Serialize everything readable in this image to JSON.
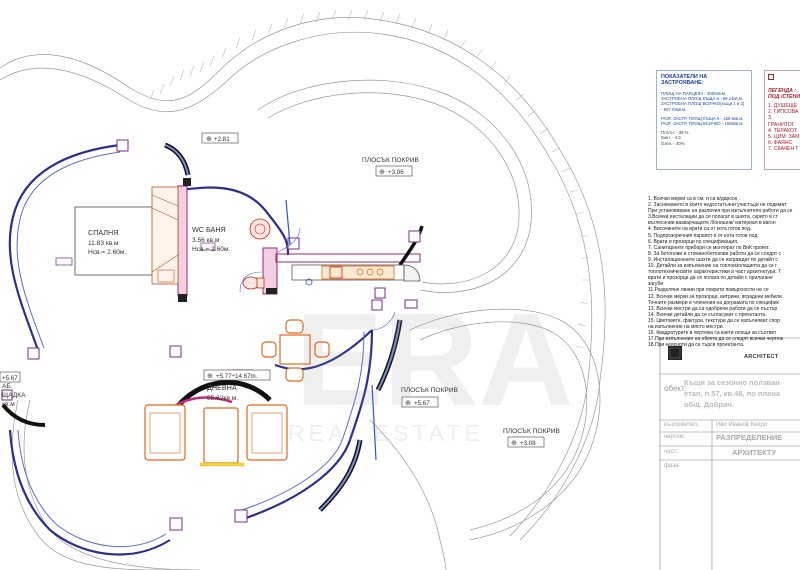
{
  "rooms": {
    "bedroom": {
      "name": "СПАЛНЯ",
      "area": "11.83 кв.м",
      "height": "Нсв.= 2.60м."
    },
    "bathroom": {
      "name": "WC БАНЯ",
      "area": "3.56 кв.м",
      "height": "Нсв.= 2.60м."
    },
    "living": {
      "name": "ДНЕВНА",
      "area": "55.62кв.м."
    },
    "flat_roof_1": {
      "name": "ПЛОСЪК ПОКРИВ"
    },
    "flat_roof_2": {
      "name": "ПЛОСЪК ПОКРИВ"
    },
    "flat_roof_3": {
      "name": "ПЛОСЪК ПОКРИВ"
    },
    "terrace": {
      "lines": [
        "АБ.",
        "ЩАДКА",
        "кв.м"
      ]
    }
  },
  "levels": {
    "top": "+2.81",
    "roof1": "+3.06",
    "living": "+5.77÷14.67m.",
    "left": "+5.67",
    "roof2": "+5.67",
    "roof3": "+3.08"
  },
  "watermark": {
    "logo": "ERA",
    "sub": "REAL ESTATE"
  },
  "indicators": {
    "title": "ПОКАЗАТЕЛИ НА ЗАСТРОЯВАНЕ:",
    "lines": [
      "ПЛОЩ НА ПАРЦЕЛА - 3000кв.м.",
      "ЗАСТРОЕНА ПЛОЩ КЪЩА 5 - 89.14кв.м.",
      "ЗАСТРОЕНА ПЛОЩ ВСИЧКО(къщи 1 и 2)",
      "- 507.03кв.м.",
      "",
      "РАЗГ. ЗАСТР. ПЛОЩ КЪЩА 5 - 159.5кв.м.",
      "РАЗГ. ЗАСТР. ПЛОЩ ВСИЧКО - 1550кв.м.",
      "",
      "Плътн. - 38 %",
      "Кинт. - 4.5",
      "Озел. - 40%"
    ]
  },
  "legend": {
    "title": "ЛЕГЕНДА : ПОД /СТЕНИ",
    "items": [
      "1. ДУШЕЩЕ",
      "2. ГИПСОВА",
      "3. ГРАНИТОГ",
      "4. ТЕРАКОТ",
      "5. ЦИМ. ЗАМ",
      "6. ФАЯНС",
      "7. СКАЧЕН Г"
    ]
  },
  "notes": [
    "1. Всички мерки са в см. и са в/дарсон .",
    "2. Заснемането в които недостатъчни участъци не подемат",
    "При установяване на различия при изпълнителя работи да се",
    "3.Всички инсталации да се полагат в шахти, скрито в ст",
    "въглеснови вазварчащите /бонишни/ материал в вагон",
    "4. Височините на врати са от кота готов под.",
    "5. Подпрозоречния парапет е от кота готов под.",
    "6. Врати и прозорци по спецификация.",
    "7. Санитарните прибори се монтират по ВиК проект.",
    "8. За бетонови и стоманобетонови работи да се следят с",
    "9. Инсталационните шахти да се изграждат по детайл с",
    "10. Детайли за изпълнение на топлоизолацията да се г",
    "топлотехническите характеристики и част архитектура. Т",
    "врати и прозорци да се полага по детайл с прилагане",
    "загуби",
    "11.Разделяне линии при покрити повърхности не се",
    "12. Всички мерки за прозорци, витрини, вградени мебели",
    "Точните размери и членения на дограмата по специфик",
    "13. Всички мостри да са одобрени работи да се пъстър",
    "14. Всички детайли да се съгласуват с проектанта.",
    "15. Цветовете, фактури, текстури да се изпълняват спор",
    "на изпълнение на място мостри.",
    "16. Квадратурите в чертежа са взети площи за съответ",
    "17.При изпълнение на обекта да се следят всички чертеж",
    "18.При неясноти да се търси проектанта."
  ],
  "title_block": {
    "firm": "ARCHITECT",
    "object_label": "обект:",
    "object_lines": [
      "Къщи за сезонно ползван",
      "етап, п.57, кв.48, по плана",
      "общ. Добрич."
    ],
    "client_label": "възложител:",
    "client": "Иво Иванов Кехри",
    "drawing_label": "чертеж:",
    "drawing": "РАЗПРЕДЕЛЕНИЕ",
    "part_label": "част:",
    "part": "АРХИТЕКТУ",
    "stage_label": "фаза:"
  },
  "colors": {
    "wall": "#2c2f8f",
    "partition": "#c42c7a",
    "furniture": "#e06a1a",
    "fixture": "#c8281f",
    "accent_blue": "#2b55c5"
  }
}
